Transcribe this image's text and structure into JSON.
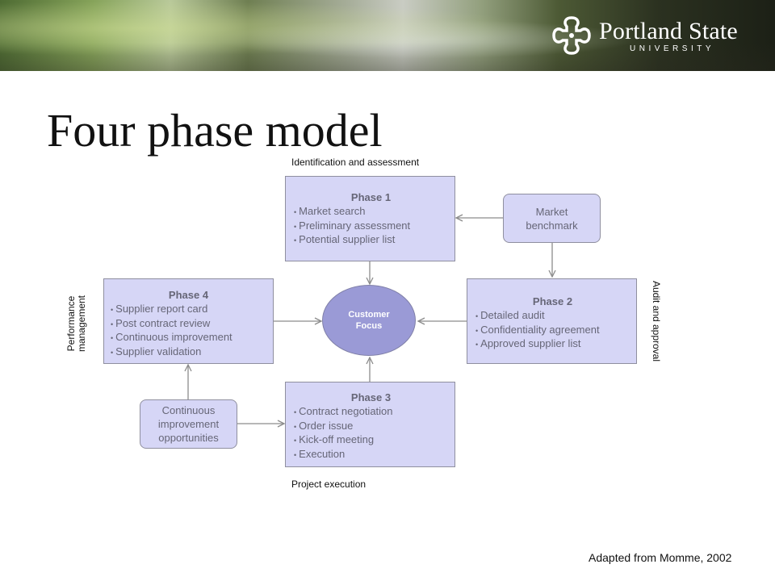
{
  "header": {
    "university_name": "Portland State",
    "university_sub": "UNIVERSITY"
  },
  "slide": {
    "title": "Four phase model",
    "credit": "Adapted from Momme, 2002"
  },
  "diagram": {
    "labels": {
      "top": "Identification and assessment",
      "right": "Audit and approval",
      "bottom": "Project execution",
      "left_line1": "Performance",
      "left_line2": "management"
    },
    "center": {
      "line1": "Customer",
      "line2": "Focus"
    },
    "phases": [
      {
        "title": "Phase 1",
        "items": [
          "Market search",
          "Preliminary assessment",
          "Potential supplier list"
        ]
      },
      {
        "title": "Phase 2",
        "items": [
          "Detailed audit",
          "Confidentiality agreement",
          "Approved supplier list"
        ]
      },
      {
        "title": "Phase 3",
        "items": [
          "Contract negotiation",
          "Order issue",
          "Kick-off meeting",
          "Execution"
        ]
      },
      {
        "title": "Phase 4",
        "items": [
          "Supplier report card",
          "Post contract review",
          "Continuous improvement",
          "Supplier validation"
        ]
      }
    ],
    "market_benchmark": {
      "line1": "Market",
      "line2": "benchmark"
    },
    "continuous": {
      "line1": "Continuous",
      "line2": "improvement",
      "line3": "opportunities"
    },
    "bullet": "•"
  },
  "colors": {
    "box_fill": "#d6d6f6",
    "center_fill": "#9a9ad6",
    "arrow": "#8c8c8c"
  }
}
